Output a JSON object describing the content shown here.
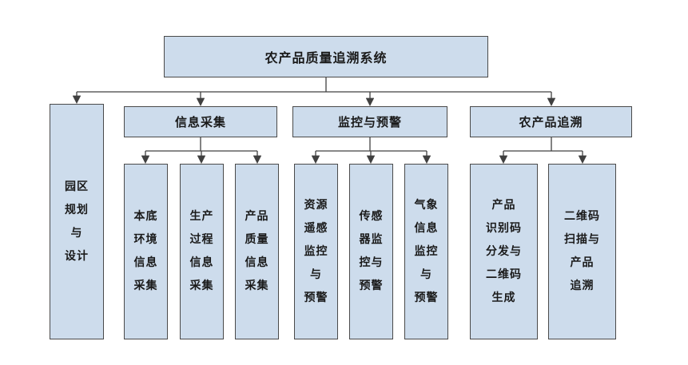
{
  "diagram": {
    "root_label": "农产品质量追溯系统",
    "park_label": "园区\n规划\n与\n设计",
    "headers": {
      "info": "信息采集",
      "monitor": "监控与预警",
      "trace": "农产品追溯"
    },
    "info_children": [
      "本底\n环境\n信息\n采集",
      "生产\n过程\n信息\n采集",
      "产品\n质量\n信息\n采集"
    ],
    "monitor_children": [
      "资源\n遥感\n监控\n与\n预警",
      "传感\n器监\n控与\n预警",
      "气象\n信息\n监控\n与\n预警"
    ],
    "trace_children": [
      "产品\n识别码\n分发与\n二维码\n生成",
      "二维码\n扫描与\n产品\n追溯"
    ],
    "colors": {
      "box_fill": "#cddcec",
      "box_border": "#4a4a4a",
      "line": "#404040",
      "text": "#1a1a1a"
    }
  }
}
